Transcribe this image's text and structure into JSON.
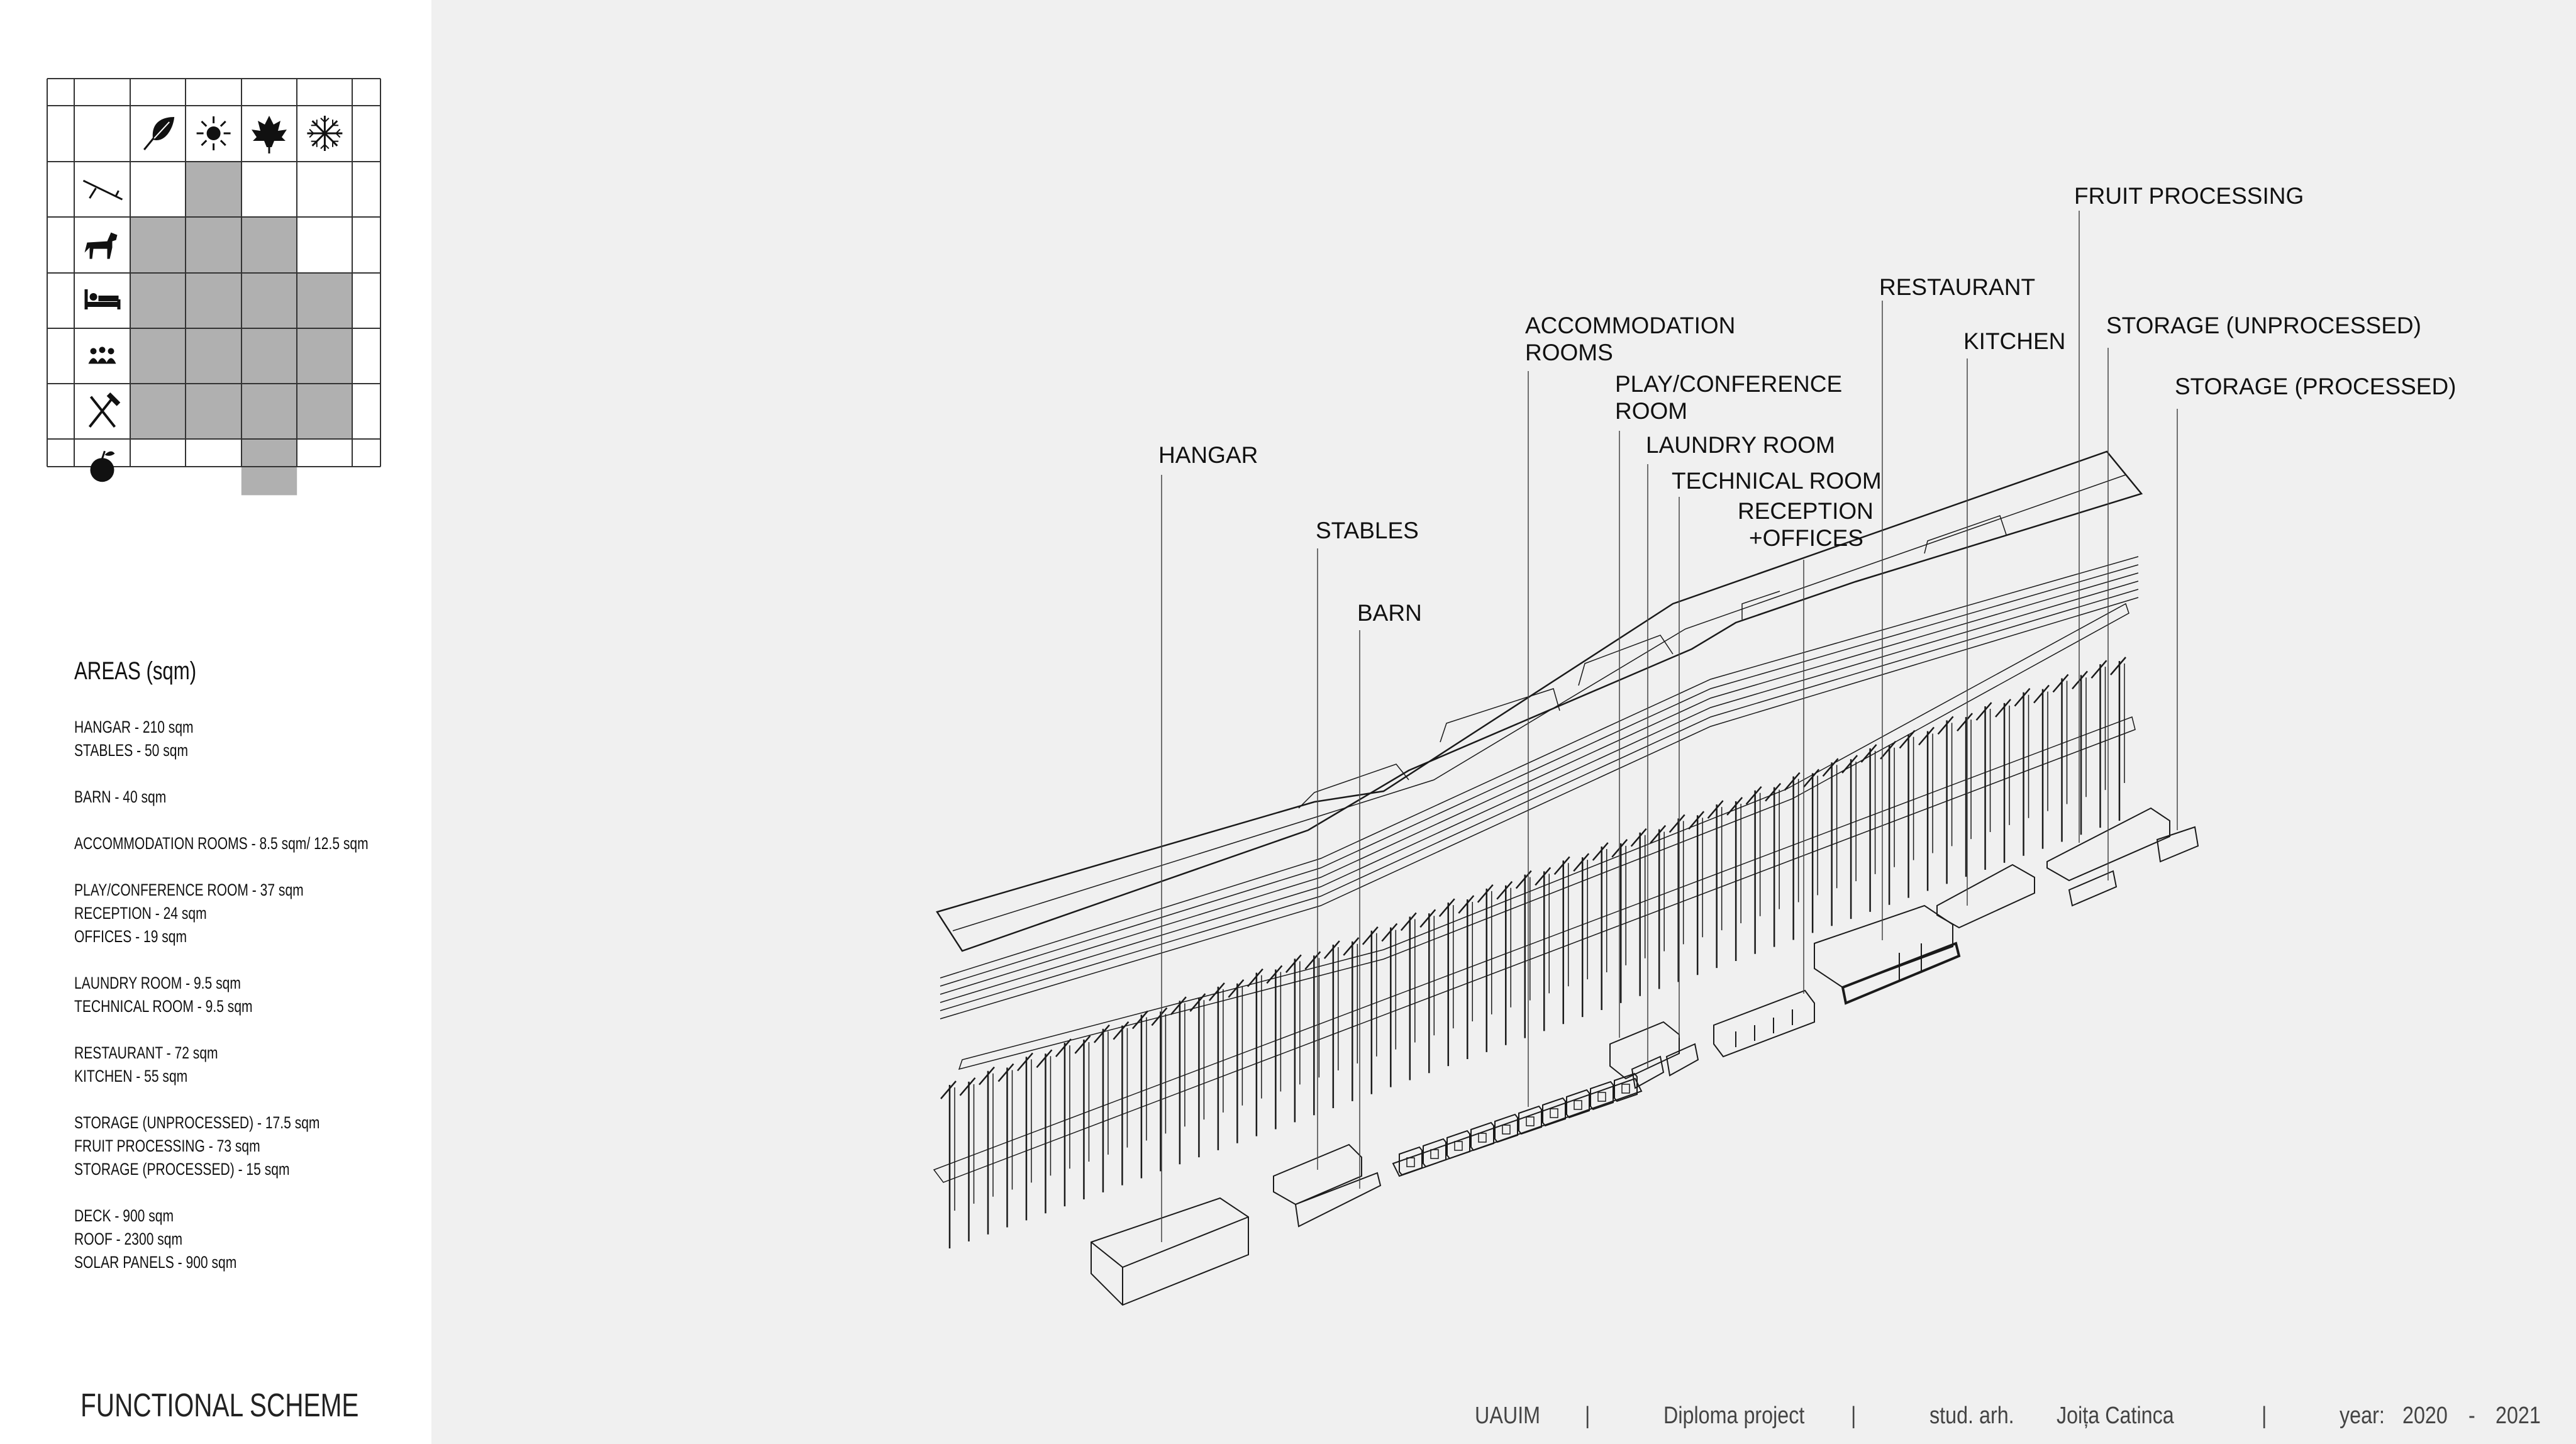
{
  "season_grid": {
    "seasons": [
      "leaf-icon",
      "sun-icon",
      "maple-leaf-icon",
      "snowflake-icon"
    ],
    "activities": [
      {
        "icon": "glider-icon",
        "active": [
          false,
          true,
          false,
          false
        ]
      },
      {
        "icon": "horse-icon",
        "active": [
          true,
          true,
          true,
          false
        ]
      },
      {
        "icon": "bed-icon",
        "active": [
          true,
          true,
          true,
          true
        ]
      },
      {
        "icon": "group-icon",
        "active": [
          true,
          true,
          true,
          true
        ]
      },
      {
        "icon": "fork-knife-icon",
        "active": [
          true,
          true,
          true,
          true
        ]
      },
      {
        "icon": "apple-icon",
        "active": [
          false,
          false,
          true,
          false
        ]
      }
    ],
    "fill_color": "#b0b0b0"
  },
  "areas": {
    "title": "AREAS (sqm)",
    "groups": [
      [
        "HANGAR - 210 sqm",
        "STABLES - 50 sqm"
      ],
      [
        "BARN - 40 sqm"
      ],
      [
        "ACCOMMODATION ROOMS - 8.5 sqm/ 12.5 sqm"
      ],
      [
        "PLAY/CONFERENCE ROOM - 37 sqm",
        "RECEPTION - 24 sqm",
        "OFFICES - 19 sqm"
      ],
      [
        "LAUNDRY ROOM - 9.5 sqm",
        "TECHNICAL ROOM - 9.5 sqm"
      ],
      [
        "RESTAURANT - 72 sqm",
        "KITCHEN - 55 sqm"
      ],
      [
        "STORAGE (UNPROCESSED) - 17.5 sqm",
        "FRUIT PROCESSING - 73 sqm",
        "STORAGE (PROCESSED) - 15 sqm"
      ],
      [
        "DECK - 900 sqm",
        "ROOF - 2300 sqm",
        "SOLAR PANELS - 900 sqm"
      ]
    ]
  },
  "scheme_title": "FUNCTIONAL SCHEME",
  "diagram_labels": {
    "hangar": "HANGAR",
    "stables": "STABLES",
    "barn": "BARN",
    "accommodation_1": "ACCOMMODATION",
    "accommodation_2": "ROOMS",
    "play_1": "PLAY/CONFERENCE",
    "play_2": "ROOM",
    "laundry": "LAUNDRY ROOM",
    "technical": "TECHNICAL ROOM",
    "reception_1": "RECEPTION",
    "reception_2": "+OFFICES",
    "restaurant": "RESTAURANT",
    "kitchen": "KITCHEN",
    "fruit": "FRUIT PROCESSING",
    "storage_unprocessed": "STORAGE (UNPROCESSED)",
    "storage_processed": "STORAGE (PROCESSED)"
  },
  "footer": {
    "school": "UAUIM",
    "sep1": "|",
    "project": "Diploma project",
    "sep2": "|",
    "role": "stud. arh.",
    "author": "Joița Catinca",
    "sep3": "|",
    "year_label": "year:",
    "year_start": "2020",
    "year_dash": "-",
    "year_end": "2021"
  }
}
